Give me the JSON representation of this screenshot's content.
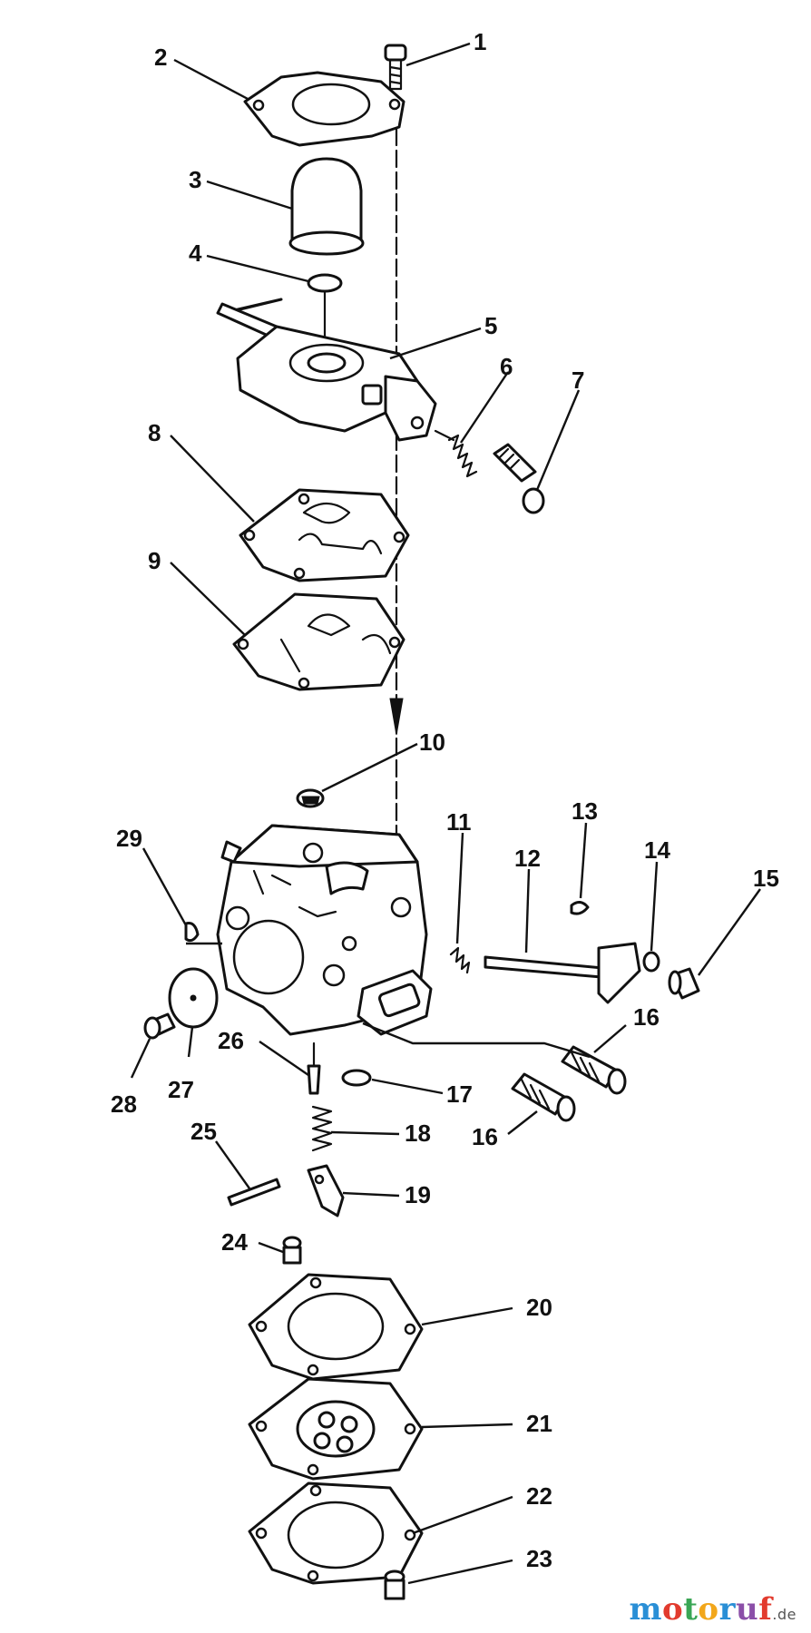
{
  "diagram": {
    "callouts": [
      "1",
      "2",
      "3",
      "4",
      "5",
      "6",
      "7",
      "8",
      "9",
      "10",
      "11",
      "12",
      "13",
      "14",
      "15",
      "16",
      "16",
      "17",
      "18",
      "19",
      "20",
      "21",
      "22",
      "23",
      "24",
      "25",
      "26",
      "27",
      "28",
      "29"
    ]
  },
  "watermark": {
    "letters": [
      "m",
      "o",
      "t",
      "o",
      "r",
      "u",
      "f"
    ],
    "colors": [
      "#2a8fd6",
      "#e23b2e",
      "#3aa655",
      "#f2a71b",
      "#2a8fd6",
      "#8b4fa8",
      "#e23b2e"
    ],
    "suffix": ".de"
  }
}
